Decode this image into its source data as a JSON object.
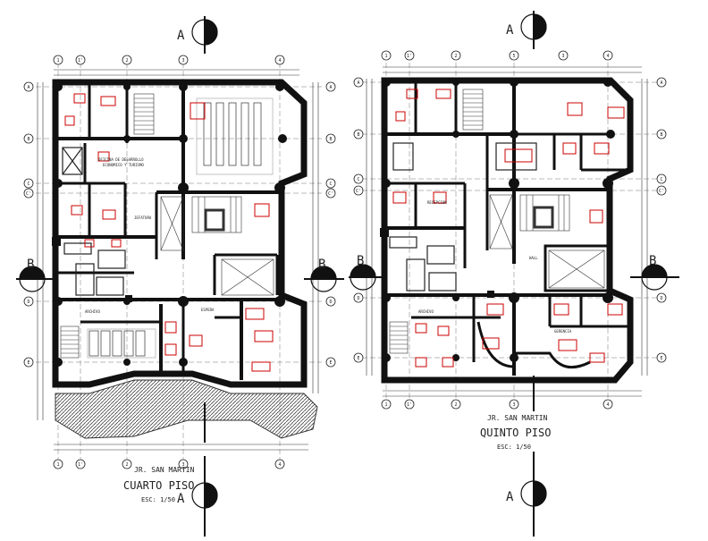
{
  "section_marks": {
    "letter": "A",
    "side_letter": "B"
  },
  "grid": {
    "columns_left": [
      "1",
      "1'",
      "2",
      "3",
      "4"
    ],
    "columns_right": [
      "1",
      "1'",
      "2",
      "3",
      "4"
    ],
    "columns_right_top": [
      "1",
      "1'",
      "2",
      "5",
      "3",
      "4"
    ],
    "rows_left": [
      "A",
      "B",
      "C",
      "C'",
      "D",
      "E"
    ],
    "rows_right": [
      "A",
      "B",
      "C",
      "C'",
      "D",
      "E"
    ]
  },
  "left_plan": {
    "street": "JR. SAN MARTIN",
    "title": "CUARTO PISO",
    "scale": "ESC: 1/50"
  },
  "right_plan": {
    "street": "JR. SAN MARTIN",
    "title": "QUINTO PISO",
    "scale": "ESC: 1/50"
  },
  "colors": {
    "wall": "#111111",
    "line": "#222222",
    "furniture": "#cc0000",
    "hatch": "#444444"
  }
}
